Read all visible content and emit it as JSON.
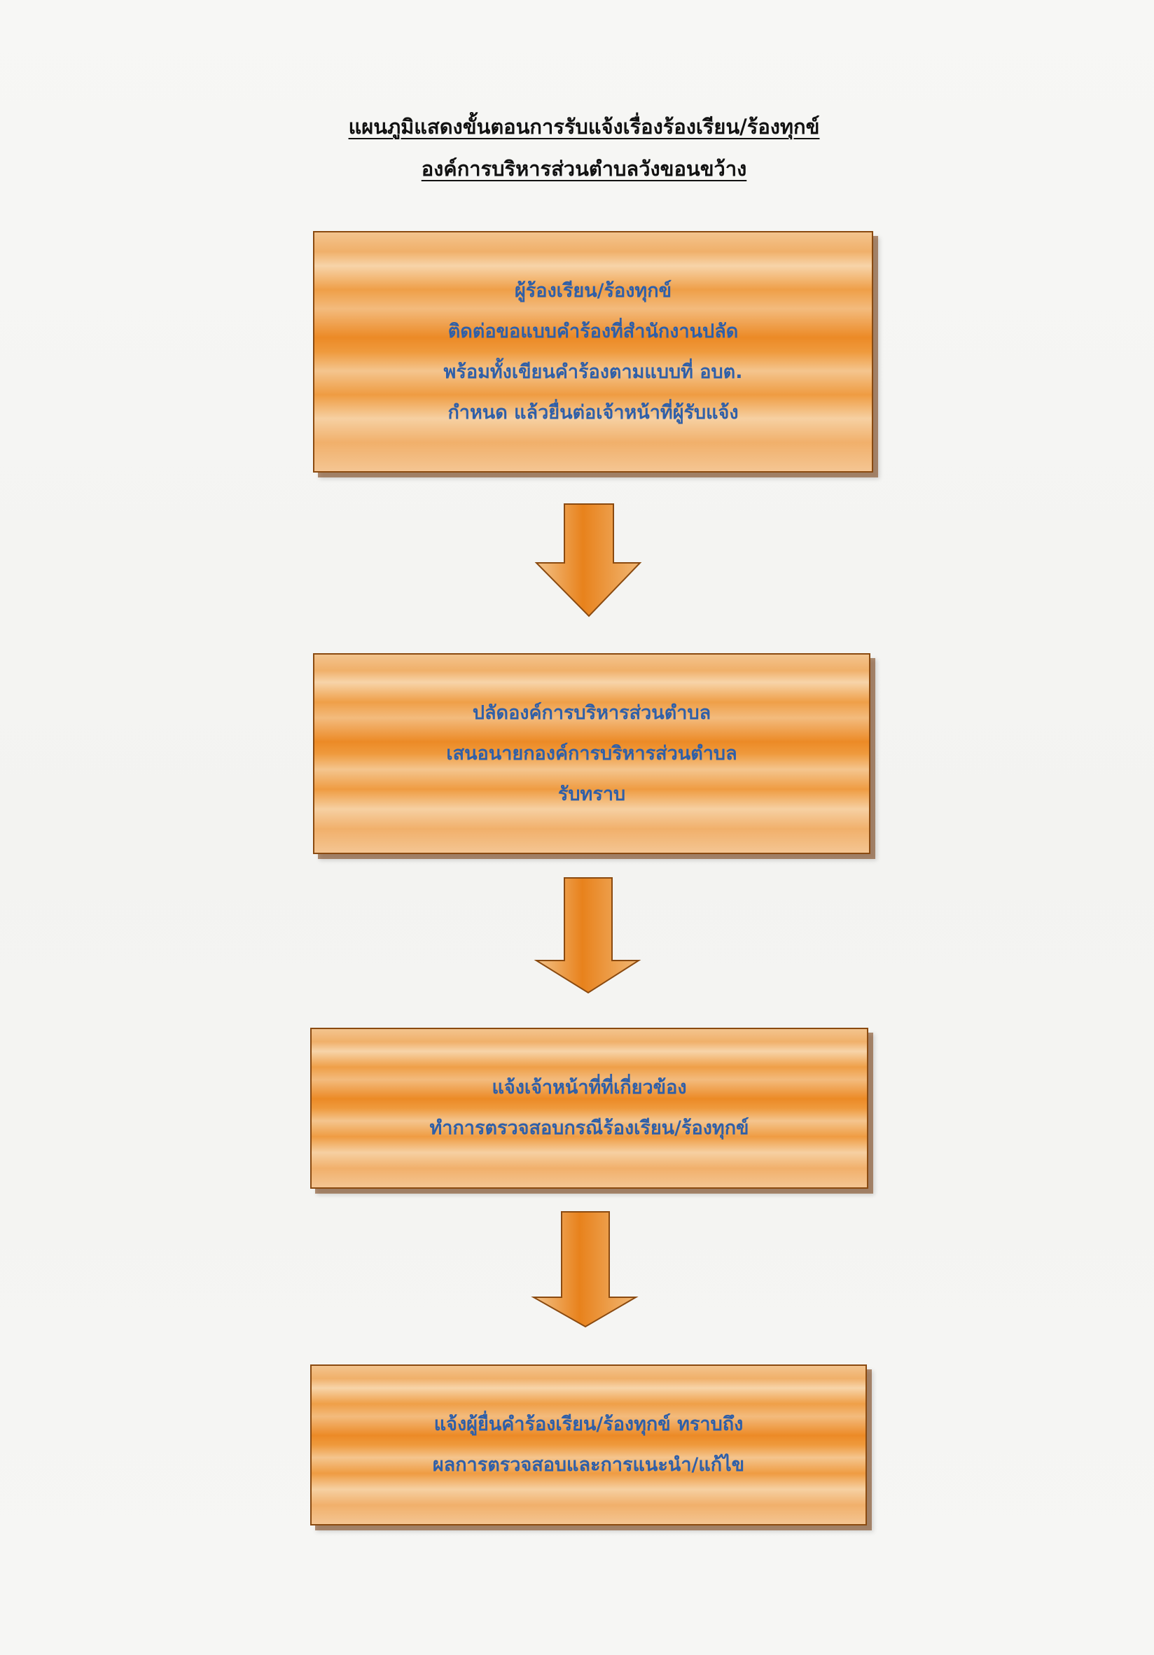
{
  "title": {
    "line1": "แผนภูมิแสดงขั้นตอนการรับแจ้งเรื่องร้องเรียน/ร้องทุกข์",
    "line2": "องค์การบริหารส่วนตำบลวังขอนขว้าง"
  },
  "steps": [
    {
      "lines": [
        "ผู้ร้องเรียน/ร้องทุกข์",
        "ติดต่อขอแบบคำร้องที่สำนักงานปลัด",
        "พร้อมทั้งเขียนคำร้องตามแบบที่ อบต.",
        "กำหนด แล้วยื่นต่อเจ้าหน้าที่ผู้รับแจ้ง"
      ]
    },
    {
      "lines": [
        "ปลัดองค์การบริหารส่วนตำบล",
        "เสนอนายกองค์การบริหารส่วนตำบล",
        "รับทราบ"
      ]
    },
    {
      "lines": [
        "แจ้งเจ้าหน้าที่ที่เกี่ยวข้อง",
        "ทำการตรวจสอบกรณีร้องเรียน/ร้องทุกข์"
      ]
    },
    {
      "lines": [
        "แจ้งผู้ยื่นคำร้องเรียน/ร้องทุกข์ ทราบถึง",
        "ผลการตรวจสอบและการแนะนำ/แก้ไข"
      ]
    }
  ],
  "colors": {
    "box_fill": "#ef9a3d",
    "box_border": "#8a4a10",
    "step_text": "#2f5fa8",
    "title_text": "#111111"
  }
}
